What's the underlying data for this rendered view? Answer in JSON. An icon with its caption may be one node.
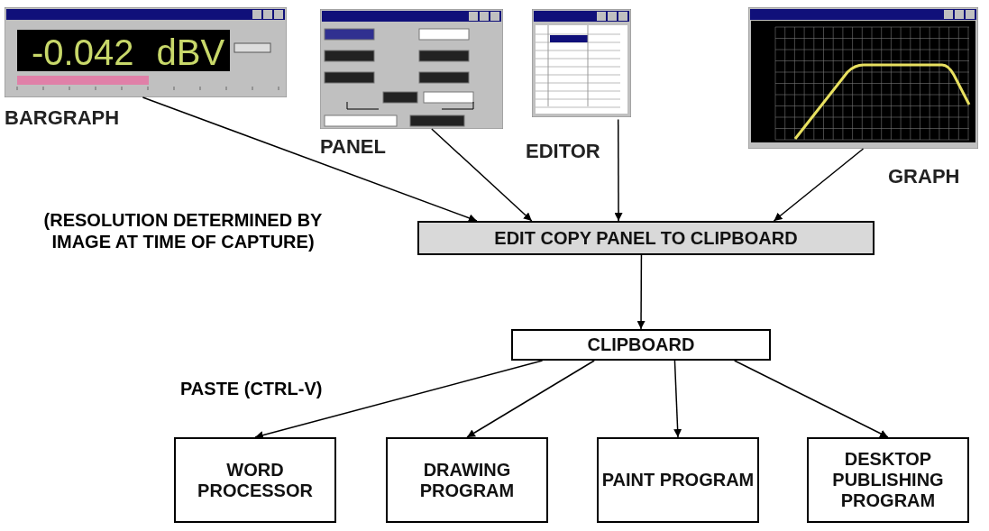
{
  "diagram": {
    "nodes": [
      {
        "text": [
          "-0.042 dBV"
        ],
        "beside": [
          "BARGRAPH"
        ]
      },
      {
        "text": [],
        "shape": "picture",
        "beside": [
          "PANEL"
        ]
      },
      {
        "text": [],
        "shape": "picture",
        "beside": [
          "EDITOR"
        ]
      },
      {
        "text": [],
        "shape": "picture",
        "beside": [
          "GRAPH"
        ]
      },
      {
        "text": [
          "EDIT COPY PANEL TO CLIPBOARD"
        ]
      },
      {
        "text": [
          "CLIPBOARD"
        ]
      },
      {
        "text": [
          "WORD PROCESSOR"
        ]
      },
      {
        "text": [
          "DRAWING PROGRAM"
        ]
      },
      {
        "text": [
          "PAINT PROGRAM"
        ]
      },
      {
        "text": [
          "DESKTOP PUBLISHING PROGRAM"
        ]
      }
    ],
    "edges": [
      {
        "from": 0,
        "to": 4,
        "arrow": "to"
      },
      {
        "from": 1,
        "to": 4,
        "arrow": "to"
      },
      {
        "from": 2,
        "to": 4,
        "arrow": "to"
      },
      {
        "from": 3,
        "to": 4,
        "arrow": "to"
      },
      {
        "from": 4,
        "to": 5,
        "arrow": "to"
      },
      {
        "from": 5,
        "to": 6,
        "arrow": "to",
        "label": "PASTE (CTRL-V)"
      },
      {
        "from": 5,
        "to": 7,
        "arrow": "to"
      },
      {
        "from": 5,
        "to": 8,
        "arrow": "to"
      },
      {
        "from": 5,
        "to": 9,
        "arrow": "to"
      }
    ],
    "labels": [
      "(RESOLUTION DETERMINED BY IMAGE AT TIME OF CAPTURE)"
    ]
  }
}
